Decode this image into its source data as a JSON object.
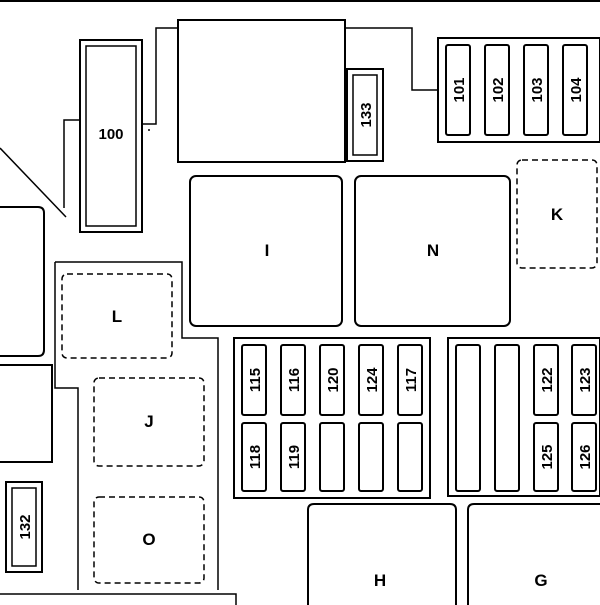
{
  "fuses": {
    "f100": "100",
    "f101": "101",
    "f102": "102",
    "f103": "103",
    "f104": "104",
    "f115": "115",
    "f116": "116",
    "f117": "117",
    "f118": "118",
    "f119": "119",
    "f120": "120",
    "f122": "122",
    "f123": "123",
    "f124": "124",
    "f125": "125",
    "f126": "126",
    "f132": "132",
    "f133": "133"
  },
  "relays": {
    "I": "I",
    "N": "N",
    "K": "K",
    "L": "L",
    "J": "J",
    "O": "O",
    "H": "H",
    "G": "G"
  }
}
